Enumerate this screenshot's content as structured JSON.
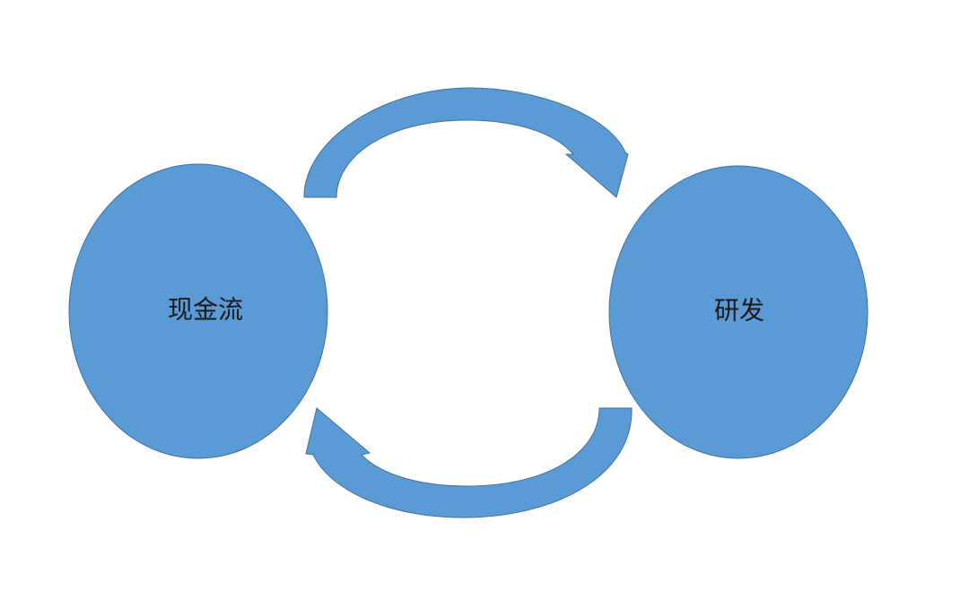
{
  "diagram": {
    "nodes": [
      {
        "id": "left",
        "label": "现金流"
      },
      {
        "id": "right",
        "label": "研发"
      }
    ],
    "edges": [
      {
        "from": "left",
        "to": "right"
      },
      {
        "from": "right",
        "to": "left"
      }
    ],
    "colors": {
      "fill": "#5b9bd5",
      "stroke": "#41719c",
      "background": "#ffffff"
    }
  }
}
